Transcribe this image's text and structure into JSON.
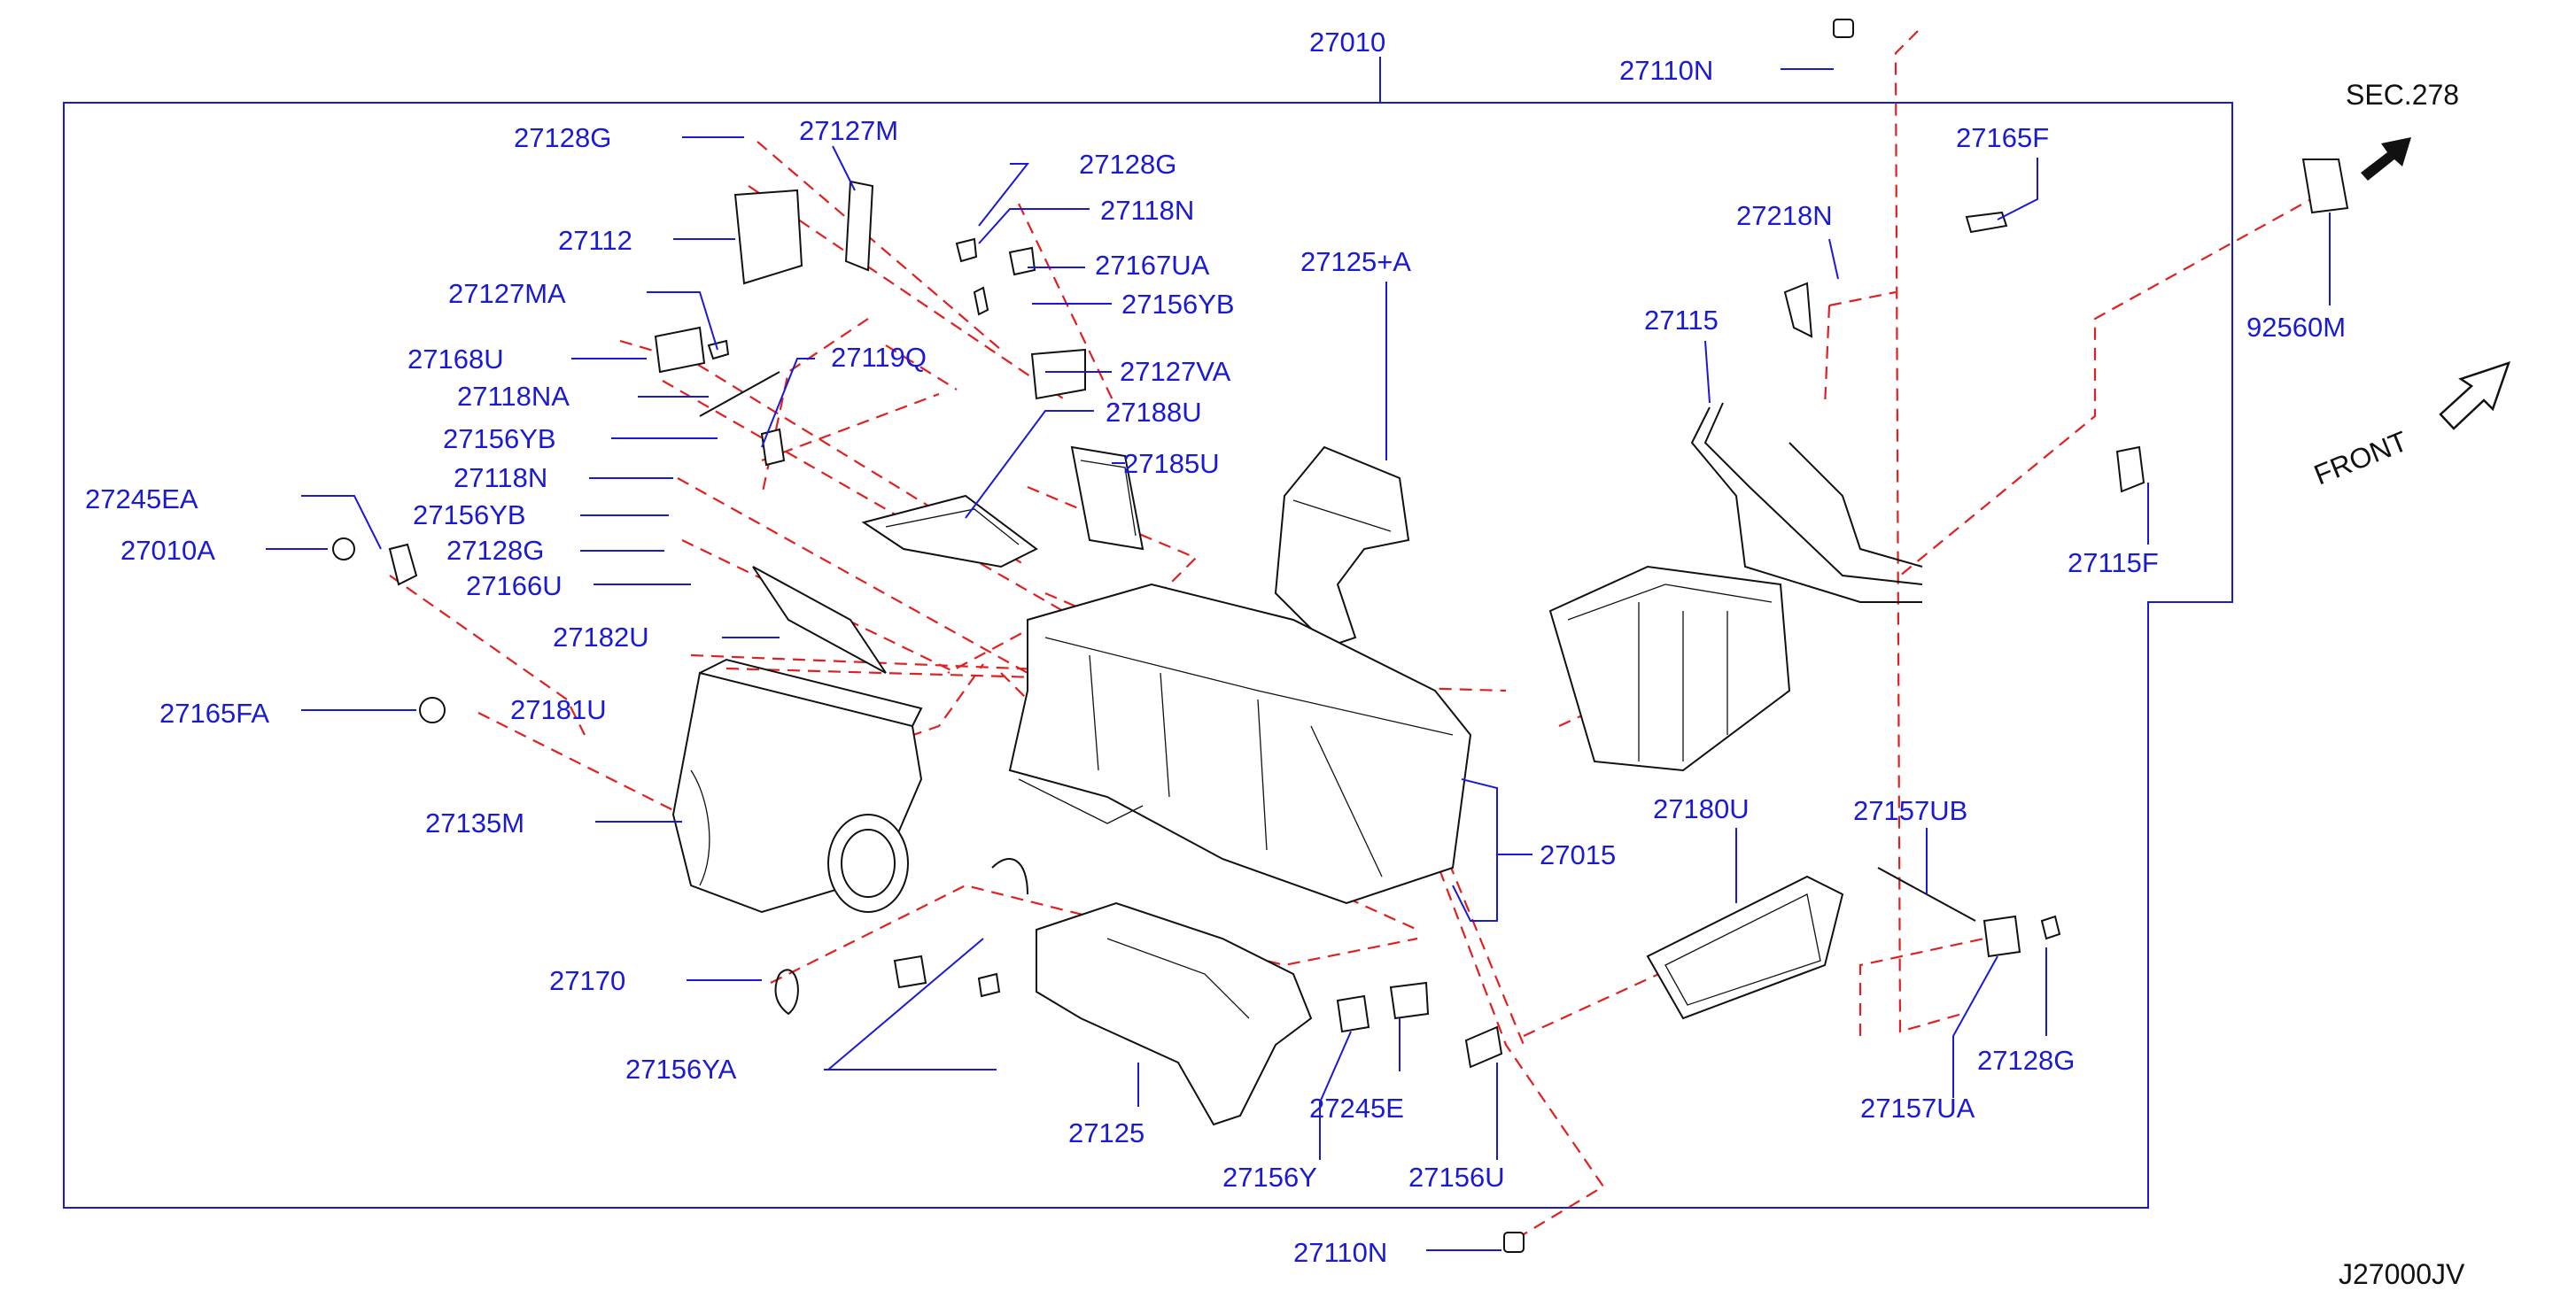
{
  "diagram_code": "J27000JV",
  "section_ref": "SEC.278",
  "front_label": "FRONT",
  "labels": {
    "p27010": "27010",
    "p27110N_top": "27110N",
    "p27110N_bottom": "27110N",
    "p27128G_1": "27128G",
    "p27127M": "27127M",
    "p27128G_2": "27128G",
    "p27118N_1": "27118N",
    "p27112": "27112",
    "p27167UA": "27167UA",
    "p27127MA": "27127MA",
    "p27156YB_1": "27156YB",
    "p27125A": "27125+A",
    "p27168U": "27168U",
    "p27119Q": "27119Q",
    "p27127VA": "27127VA",
    "p27118NA": "27118NA",
    "p27188U": "27188U",
    "p27156YB_2": "27156YB",
    "p27185U": "27185U",
    "p27118N_2": "27118N",
    "p27245EA": "27245EA",
    "p27156YB_3": "27156YB",
    "p27010A": "27010A",
    "p27128G_3": "27128G",
    "p27166U": "27166U",
    "p27182U": "27182U",
    "p27165FA": "27165FA",
    "p27181U": "27181U",
    "p27135M": "27135M",
    "p27170": "27170",
    "p27156YA": "27156YA",
    "p27125": "27125",
    "p27245E": "27245E",
    "p27156Y": "27156Y",
    "p27156U": "27156U",
    "p27015": "27015",
    "p27180U": "27180U",
    "p27157UB": "27157UB",
    "p27128G_4": "27128G",
    "p27157UA": "27157UA",
    "p27165F": "27165F",
    "p27218N": "27218N",
    "p27115": "27115",
    "p27115F": "27115F",
    "p92560M": "92560M"
  }
}
